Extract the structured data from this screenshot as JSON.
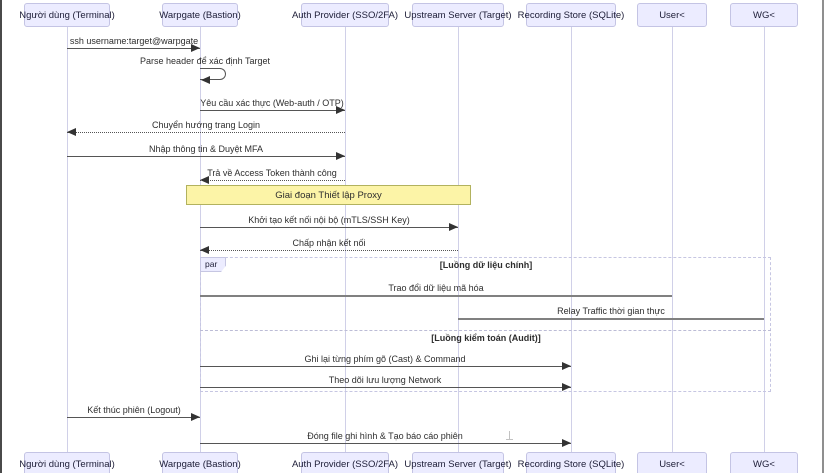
{
  "diagram": {
    "type": "sequence-diagram",
    "participants": [
      {
        "id": 0,
        "label": "Người dùng (Terminal)"
      },
      {
        "id": 1,
        "label": "Warpgate (Bastion)"
      },
      {
        "id": 2,
        "label": "Auth Provider (SSO/2FA)"
      },
      {
        "id": 3,
        "label": "Upstream Server (Target)"
      },
      {
        "id": 4,
        "label": "Recording Store (SQLite)"
      },
      {
        "id": 5,
        "label": "User<"
      },
      {
        "id": 6,
        "label": "WG<"
      }
    ],
    "messages": [
      {
        "label": "ssh username:target@warpgate",
        "from": 0,
        "to": 1,
        "style": "solid-arrow"
      },
      {
        "label": "Parse header để xác định Target",
        "from": 1,
        "to": 1,
        "style": "self"
      },
      {
        "label": "Yêu cầu xác thực (Web-auth / OTP)",
        "from": 1,
        "to": 2,
        "style": "solid-arrow"
      },
      {
        "label": "Chuyển hướng trang Login",
        "from": 2,
        "to": 0,
        "style": "dotted-arrow"
      },
      {
        "label": "Nhập thông tin & Duyệt MFA",
        "from": 0,
        "to": 2,
        "style": "solid-arrow"
      },
      {
        "label": "Trả về Access Token thành công",
        "from": 2,
        "to": 1,
        "style": "dotted-arrow"
      },
      {
        "label": "Khởi tạo kết nối nội bộ (mTLS/SSH Key)",
        "from": 1,
        "to": 3,
        "style": "solid-arrow"
      },
      {
        "label": "Chấp nhận kết nối",
        "from": 3,
        "to": 1,
        "style": "dotted-arrow"
      },
      {
        "label": "Trao đổi dữ liệu mã hóa",
        "from": 1,
        "to": 5,
        "style": "plain-line"
      },
      {
        "label": "Relay Traffic thời gian thực",
        "from": 3,
        "to": 6,
        "style": "plain-line"
      },
      {
        "label": "Ghi lại từng phím gõ (Cast) & Command",
        "from": 1,
        "to": 4,
        "style": "solid-arrow"
      },
      {
        "label": "Theo dõi lưu lượng Network",
        "from": 1,
        "to": 4,
        "style": "solid-arrow"
      },
      {
        "label": "Kết thúc phiên (Logout)",
        "from": 0,
        "to": 1,
        "style": "solid-arrow"
      },
      {
        "label": "Đóng file ghi hình & Tạo báo cáo phiên",
        "from": 1,
        "to": 4,
        "style": "solid-arrow"
      }
    ],
    "note": {
      "label": "Giai đoạn Thiết lập Proxy",
      "over": [
        1,
        3
      ]
    },
    "par_block": {
      "label": "par",
      "branches": [
        {
          "condition": "[Luồng dữ liệu chính]"
        },
        {
          "condition": "[Luồng kiểm toán (Audit)]"
        }
      ]
    },
    "colors": {
      "participant_fill": "#ECECFF",
      "participant_border": "#c4c4e4",
      "lifeline": "#d0d0e8",
      "message_line": "#555555",
      "note_fill": "#fcf4a7",
      "note_border": "#b2b25e",
      "par_border": "#c6c6e2",
      "text": "#2e2e2e",
      "left_edge_bar": "#4a4a4a",
      "right_edge_bar": "#8f8f8f"
    }
  }
}
